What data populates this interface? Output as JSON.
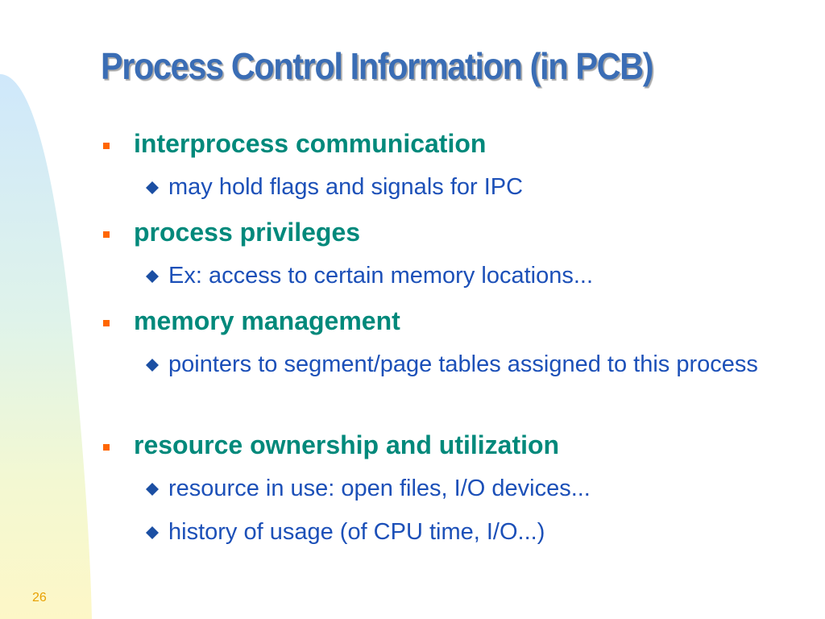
{
  "slide": {
    "title": "Process Control Information (in PCB)",
    "slide_number": "26",
    "colors": {
      "title": "#3a6db5",
      "level1_text": "#00897b",
      "level1_bullet": "#ff6600",
      "level2_text": "#1c50b8",
      "level2_bullet": "#1b4fa3",
      "slide_number": "#e8a000"
    },
    "bullets": [
      {
        "text": "interprocess communication",
        "sub": [
          "may hold flags and signals for IPC"
        ]
      },
      {
        "text": "process privileges",
        "sub": [
          "Ex: access to certain memory locations..."
        ]
      },
      {
        "text": "memory management",
        "sub": [
          "pointers to segment/page tables assigned to this process"
        ]
      },
      {
        "text": "resource ownership and utilization",
        "sub": [
          "resource in use: open files, I/O devices...",
          "history of usage (of CPU time, I/O...)"
        ]
      }
    ]
  }
}
